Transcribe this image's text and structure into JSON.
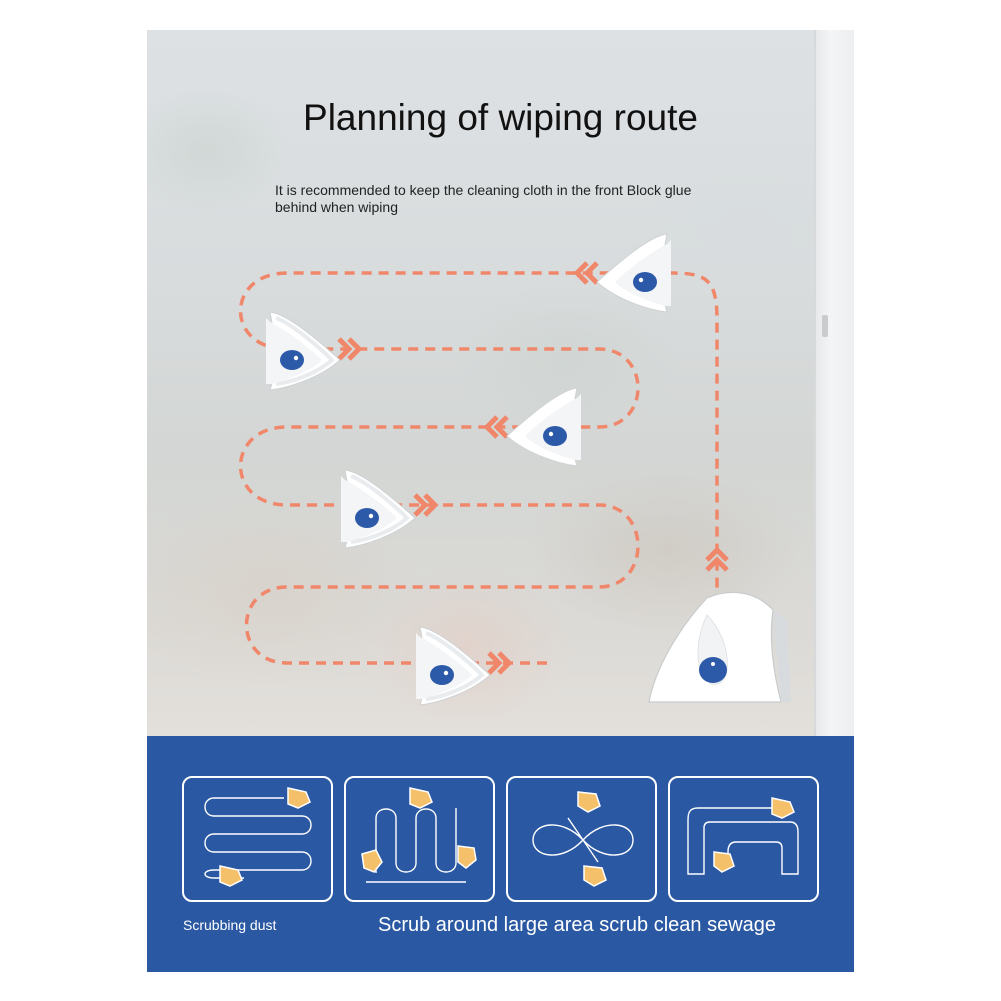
{
  "title": "Planning of wiping route",
  "subtitle": "It is recommended to keep the cleaning cloth in the front Block glue behind when wiping",
  "cards": [
    {
      "icon": "horizontal-zigzag-route-icon"
    },
    {
      "icon": "vertical-zigzag-route-icon"
    },
    {
      "icon": "figure-eight-route-icon"
    },
    {
      "icon": "spiral-inward-route-icon"
    }
  ],
  "labels": {
    "small": "Scrubbing dust",
    "big": "Scrub around large area scrub clean sewage"
  },
  "colors": {
    "route": "#f0876a",
    "panel": "#2a58a3",
    "wiper_dot": "#2d5aa8",
    "mini_wiper": "#f5c06a"
  }
}
